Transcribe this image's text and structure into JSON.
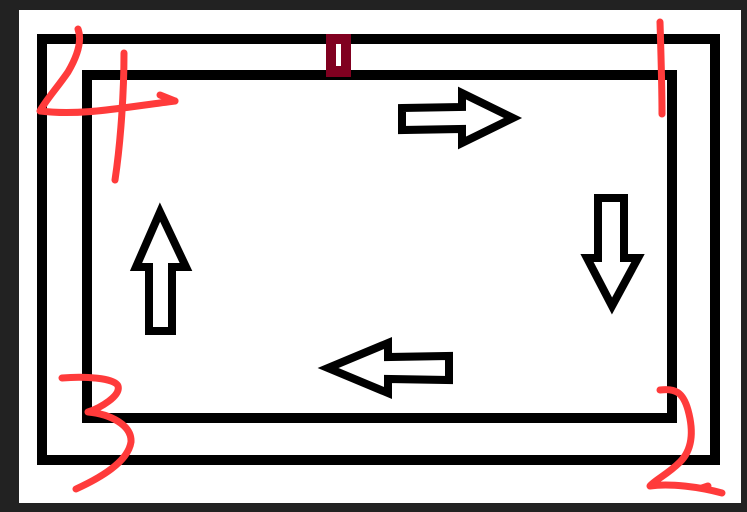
{
  "diagram": {
    "colors": {
      "background": "#222222",
      "canvas": "#ffffff",
      "outline": "#000000",
      "marker": "#800020",
      "annotation": "#ff3b3b"
    },
    "shapes": [
      "outer-rectangle",
      "inner-rectangle",
      "marker-block"
    ],
    "arrows": [
      {
        "direction": "right"
      },
      {
        "direction": "down"
      },
      {
        "direction": "left"
      },
      {
        "direction": "up"
      }
    ],
    "annotations": [
      {
        "label": "1",
        "corner": "top-right"
      },
      {
        "label": "2",
        "corner": "bottom-right"
      },
      {
        "label": "3",
        "corner": "bottom-left"
      },
      {
        "label": "4",
        "corner": "top-left"
      }
    ]
  }
}
